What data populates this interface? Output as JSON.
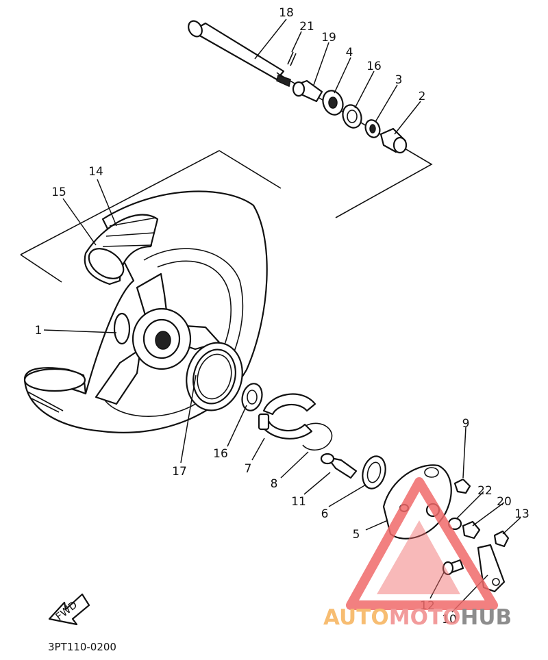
{
  "diagram": {
    "callouts": [
      "18",
      "21",
      "19",
      "4",
      "16",
      "3",
      "2",
      "14",
      "15",
      "1",
      "16",
      "17",
      "7",
      "8",
      "11",
      "6",
      "9",
      "22",
      "20",
      "13",
      "5",
      "12",
      "10"
    ],
    "fwd_label": "FWD",
    "part_code": "3PT110-0200"
  },
  "watermark": {
    "part1": "AUTO",
    "part2": "MOTO",
    "part3": "HUB",
    "colors": {
      "auto": "#f6b25a",
      "moto": "#f08a8a",
      "hub": "#7a7a7a",
      "triangle": "#f06a6a"
    }
  }
}
